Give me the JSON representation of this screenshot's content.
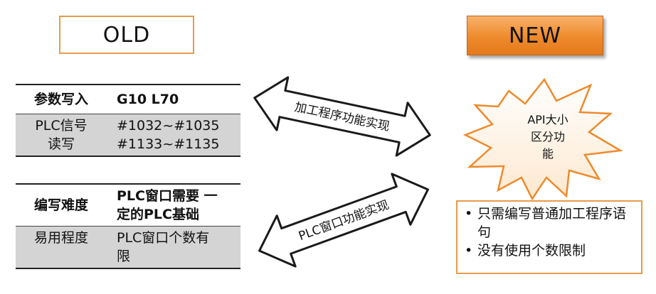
{
  "old_label": "OLD",
  "new_label": "NEW",
  "table1": {
    "row1": {
      "key": "参数写入",
      "value": "G10 L70"
    },
    "row2": {
      "key_line1": "PLC信号",
      "key_line2": "读写",
      "value_line1": "#1032~#1035",
      "value_line2": "#1133~#1135"
    }
  },
  "table2": {
    "row1": {
      "key": "编写难度",
      "value_line1": "PLC窗口需要 一",
      "value_line2": "定的PLC基础"
    },
    "row2": {
      "key": "易用程度",
      "value_line1": "PLC窗口个数有",
      "value_line2": "限"
    }
  },
  "arrows": {
    "top": "加工程序功能实现",
    "bottom": "PLC窗口功能实现"
  },
  "star": {
    "line1": "API大小",
    "line2": "区分功",
    "line3": "能"
  },
  "benefits": [
    "只需编写普通加工程序语句",
    "没有使用个数限制"
  ],
  "colors": {
    "orange_border": "#e79a4a",
    "new_fill": "#ee8a2c",
    "row_gray": "#d4d4d4"
  }
}
